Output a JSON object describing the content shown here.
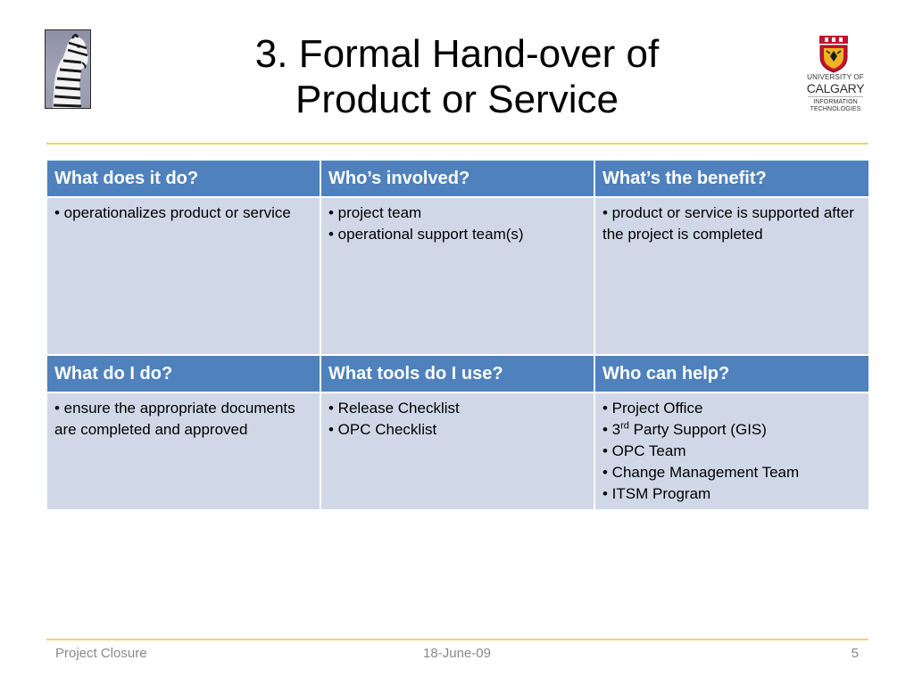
{
  "slide": {
    "title_line1": "3. Formal Hand-over of",
    "title_line2": "Product or Service"
  },
  "logo": {
    "university_of": "UNIVERSITY OF",
    "name": "CALGARY",
    "unit_line1": "INFORMATION",
    "unit_line2": "TECHNOLOGIES"
  },
  "table": {
    "row1": {
      "headers": [
        "What does it do?",
        "Who’s involved?",
        "What’s the benefit?"
      ],
      "cells": {
        "what_it_does": [
          "• operationalizes product or service"
        ],
        "who_involved": [
          "• project team",
          "• operational support team(s)"
        ],
        "benefit": [
          "• product or service is supported after the project is completed"
        ]
      }
    },
    "row2": {
      "headers": [
        "What do I do?",
        "What tools do I use?",
        "Who can help?"
      ],
      "cells": {
        "what_i_do": [
          "• ensure the appropriate documents are completed and approved"
        ],
        "tools": [
          "• Release Checklist",
          "• OPC Checklist"
        ],
        "help": {
          "item1": "• Project Office",
          "item2_prefix": "• 3",
          "item2_sup": "rd",
          "item2_suffix": " Party Support (GIS)",
          "item3": "• OPC Team",
          "item4": "• Change Management Team",
          "item5": "• ITSM Program"
        }
      }
    }
  },
  "footer": {
    "left": "Project Closure",
    "center": "18-June-09",
    "page_number": "5"
  },
  "colors": {
    "header_fill": "#4f81bd",
    "cell_fill": "#d0d8e8",
    "rule": "#f2d367",
    "footer_text": "#898989"
  },
  "icons": {
    "top_left_image": "zebra-photo",
    "top_right_image": "university-crest-logo"
  }
}
